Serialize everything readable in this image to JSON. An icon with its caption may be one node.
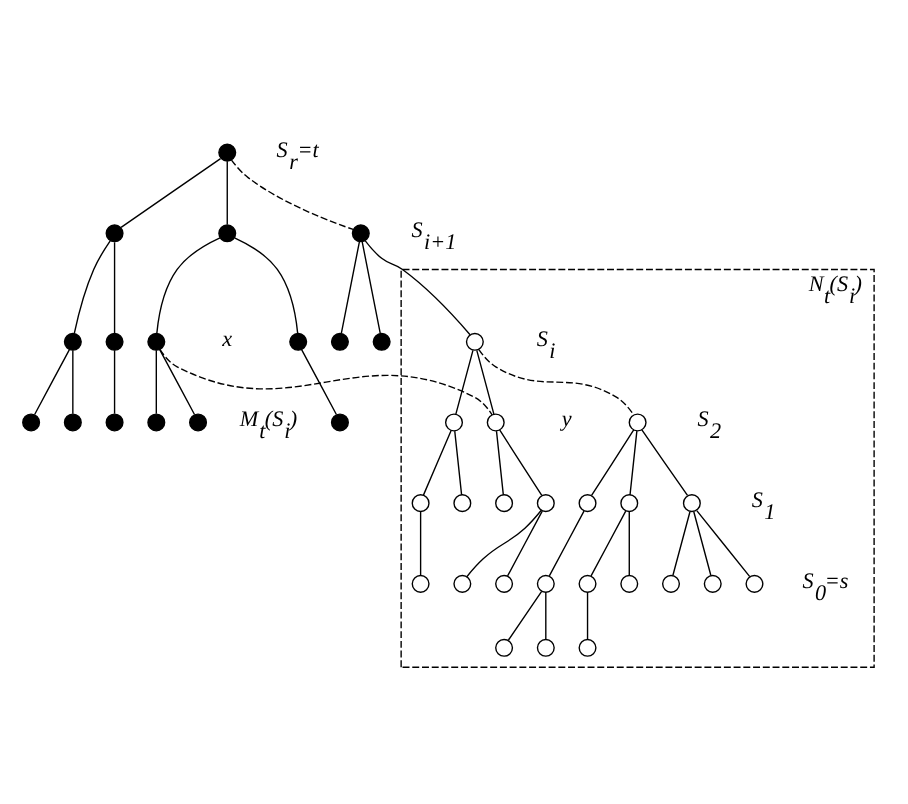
{
  "diagram": {
    "nodes": [
      {
        "text": [],
        "shape": "circle",
        "beside": [
          "S$_{r}$=t"
        ]
      },
      {
        "text": [],
        "shape": "circle"
      },
      {
        "text": [],
        "shape": "circle"
      },
      {
        "text": [],
        "shape": "circle"
      },
      {
        "text": [],
        "shape": "circle"
      },
      {
        "text": [],
        "shape": "circle"
      },
      {
        "text": [],
        "shape": "circle"
      },
      {
        "text": [],
        "shape": "circle"
      },
      {
        "text": [],
        "shape": "circle",
        "beside": [
          "x"
        ]
      },
      {
        "text": [],
        "shape": "circle"
      },
      {
        "text": [],
        "shape": "circle",
        "beside": [
          "M$_{t}$(S$_{i}$)"
        ]
      },
      {
        "text": [],
        "shape": "circle"
      },
      {
        "text": [],
        "shape": "circle"
      },
      {
        "text": [],
        "shape": "circle",
        "beside": [
          "S$_{i+1}$"
        ]
      },
      {
        "text": [],
        "shape": "circle"
      },
      {
        "text": [],
        "shape": "circle"
      },
      {
        "text": [
          "N$_{t}$(S$_{i}$)"
        ]
      },
      {
        "text": [],
        "shape": "circle",
        "in": 16,
        "beside": [
          "S$_{i}$"
        ]
      },
      {
        "text": [],
        "shape": "circle",
        "in": 16
      },
      {
        "text": [],
        "shape": "circle",
        "in": 16
      },
      {
        "text": [],
        "shape": "circle",
        "in": 16
      },
      {
        "text": [],
        "shape": "circle",
        "in": 16
      },
      {
        "text": [],
        "shape": "circle",
        "in": 16,
        "beside": [
          "y"
        ]
      },
      {
        "text": [],
        "shape": "circle",
        "in": 16
      },
      {
        "text": [],
        "shape": "circle",
        "in": 16
      },
      {
        "text": [],
        "shape": "circle",
        "in": 16
      },
      {
        "text": [],
        "shape": "circle",
        "in": 16
      },
      {
        "text": [],
        "shape": "circle",
        "in": 16,
        "beside": [
          "S$_{2}$"
        ]
      },
      {
        "text": [],
        "shape": "circle",
        "in": 16
      },
      {
        "text": [],
        "shape": "circle",
        "in": 16
      },
      {
        "text": [],
        "shape": "circle",
        "in": 16
      },
      {
        "text": [],
        "shape": "circle",
        "in": 16
      },
      {
        "text": [],
        "shape": "circle",
        "in": 16
      },
      {
        "text": [],
        "shape": "circle",
        "in": 16
      },
      {
        "text": [],
        "shape": "circle",
        "in": 16
      },
      {
        "text": [],
        "shape": "circle",
        "in": 16
      },
      {
        "text": [],
        "shape": "circle",
        "in": 16,
        "beside": [
          "S$_{1}$"
        ]
      },
      {
        "text": [],
        "shape": "circle",
        "in": 16
      },
      {
        "text": [],
        "shape": "circle",
        "in": 16
      },
      {
        "text": [],
        "shape": "circle",
        "in": 16,
        "beside": [
          "S$_{0}$=s"
        ]
      }
    ],
    "edges": [
      {
        "from": 0,
        "to": 1,
        "arrow": "none"
      },
      {
        "from": 1,
        "to": 2,
        "arrow": "none"
      },
      {
        "from": 2,
        "to": 3,
        "arrow": "none"
      },
      {
        "from": 2,
        "to": 4,
        "arrow": "none"
      },
      {
        "from": 1,
        "to": 5,
        "arrow": "none"
      },
      {
        "from": 5,
        "to": 6,
        "arrow": "none"
      },
      {
        "from": 0,
        "to": 13,
        "arrow": "none",
        "style": "dashed"
      },
      {
        "from": 0,
        "to": 7,
        "arrow": "none"
      },
      {
        "from": 7,
        "to": 8,
        "arrow": "none"
      },
      {
        "from": 8,
        "to": 9,
        "arrow": "none"
      },
      {
        "from": 8,
        "to": 10,
        "arrow": "none"
      },
      {
        "from": 7,
        "to": 11,
        "arrow": "none"
      },
      {
        "from": 11,
        "to": 12,
        "arrow": "none"
      },
      {
        "from": 13,
        "to": 14,
        "arrow": "none"
      },
      {
        "from": 13,
        "to": 15,
        "arrow": "none"
      },
      {
        "from": 13,
        "to": 17,
        "arrow": "none"
      },
      {
        "from": 8,
        "to": 22,
        "arrow": "none",
        "style": "dashed"
      },
      {
        "from": 17,
        "to": 18,
        "arrow": "none"
      },
      {
        "from": 18,
        "to": 19,
        "arrow": "none"
      },
      {
        "from": 19,
        "to": 20,
        "arrow": "none"
      },
      {
        "from": 18,
        "to": 21,
        "arrow": "none"
      },
      {
        "from": 17,
        "to": 22,
        "arrow": "none"
      },
      {
        "from": 22,
        "to": 23,
        "arrow": "none"
      },
      {
        "from": 22,
        "to": 24,
        "arrow": "none"
      },
      {
        "from": 24,
        "to": 25,
        "arrow": "none"
      },
      {
        "from": 24,
        "to": 26,
        "arrow": "none"
      },
      {
        "from": 17,
        "to": 27,
        "arrow": "none",
        "style": "dashed"
      },
      {
        "from": 27,
        "to": 28,
        "arrow": "none"
      },
      {
        "from": 28,
        "to": 29,
        "arrow": "none"
      },
      {
        "from": 29,
        "to": 30,
        "arrow": "none"
      },
      {
        "from": 29,
        "to": 31,
        "arrow": "none"
      },
      {
        "from": 27,
        "to": 32,
        "arrow": "none"
      },
      {
        "from": 32,
        "to": 33,
        "arrow": "none"
      },
      {
        "from": 33,
        "to": 34,
        "arrow": "none"
      },
      {
        "from": 32,
        "to": 35,
        "arrow": "none"
      },
      {
        "from": 27,
        "to": 36,
        "arrow": "none"
      },
      {
        "from": 36,
        "to": 37,
        "arrow": "none"
      },
      {
        "from": 36,
        "to": 38,
        "arrow": "none"
      },
      {
        "from": 36,
        "to": 39,
        "arrow": "none"
      }
    ]
  }
}
